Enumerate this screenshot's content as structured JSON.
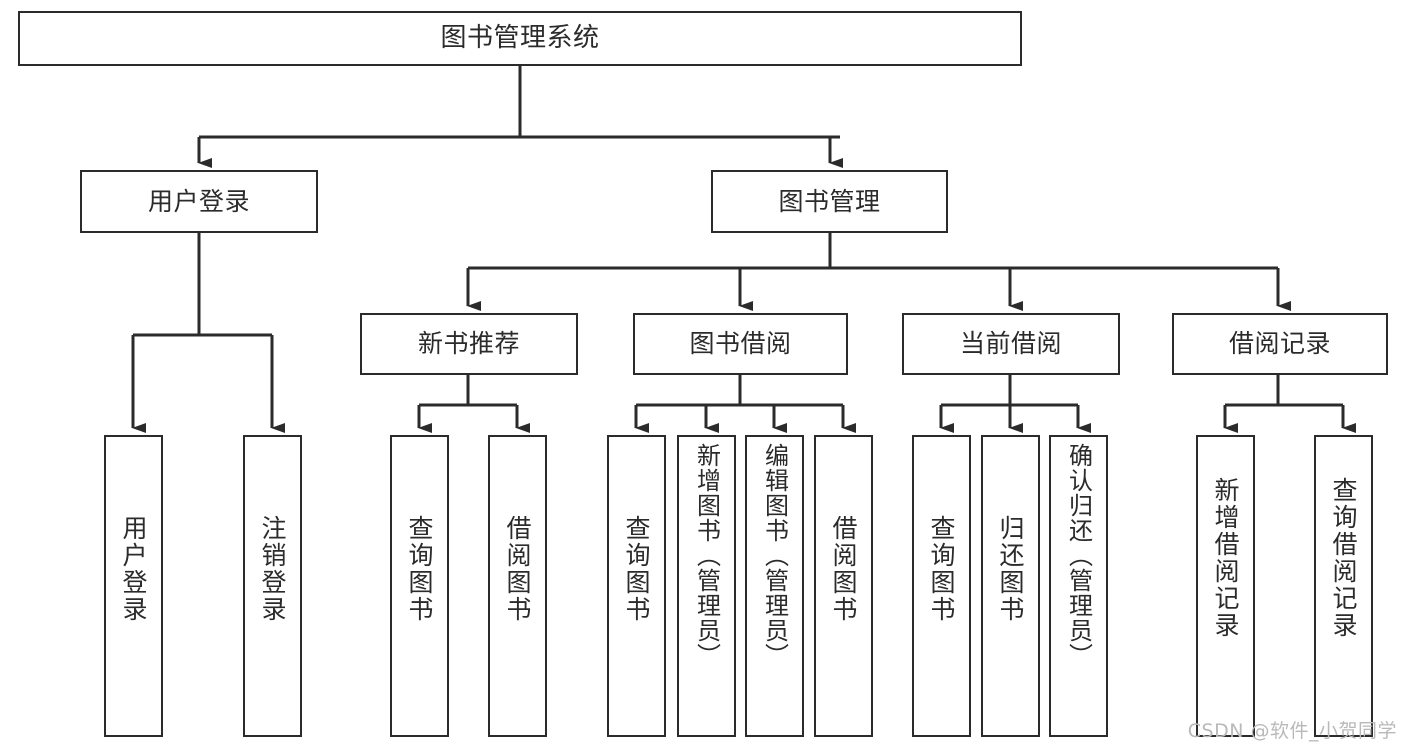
{
  "diagram": {
    "title": "图书管理系统",
    "type": "tree",
    "watermark": "CSDN @软件_小贺同学",
    "accent_color": "#2b2b2b",
    "background_color": "#ffffff",
    "nodes": {
      "root": {
        "label": "图书管理系统"
      },
      "level2": [
        {
          "id": "user-login",
          "label": "用户登录"
        },
        {
          "id": "book-admin",
          "label": "图书管理"
        }
      ],
      "level3": [
        {
          "id": "new-book-rec",
          "label": "新书推荐"
        },
        {
          "id": "book-borrow",
          "label": "图书借阅"
        },
        {
          "id": "current-borrow",
          "label": "当前借阅"
        },
        {
          "id": "borrow-record",
          "label": "借阅记录"
        }
      ],
      "leaves": {
        "user_login": [
          {
            "id": "leaf-user-login",
            "label": "用户登录"
          },
          {
            "id": "leaf-user-logout",
            "label": "注销登录"
          }
        ],
        "new_book_rec": [
          {
            "id": "leaf-query-book-1",
            "label": "查询图书"
          },
          {
            "id": "leaf-borrow-book-1",
            "label": "借阅图书"
          }
        ],
        "book_borrow": [
          {
            "id": "leaf-query-book-2",
            "label": "查询图书"
          },
          {
            "id": "leaf-add-book",
            "label": "新增图书（管理员）"
          },
          {
            "id": "leaf-edit-book",
            "label": "编辑图书（管理员）"
          },
          {
            "id": "leaf-borrow-book-2",
            "label": "借阅图书"
          }
        ],
        "current_borrow": [
          {
            "id": "leaf-query-book-3",
            "label": "查询图书"
          },
          {
            "id": "leaf-return-book",
            "label": "归还图书"
          },
          {
            "id": "leaf-confirm-return",
            "label": "确认归还（管理员）"
          }
        ],
        "borrow_record": [
          {
            "id": "leaf-add-record",
            "label": "新增借阅记录"
          },
          {
            "id": "leaf-query-record",
            "label": "查询借阅记录"
          }
        ]
      }
    },
    "edges": [
      {
        "from": "图书管理系统",
        "to": "用户登录"
      },
      {
        "from": "图书管理系统",
        "to": "图书管理"
      },
      {
        "from": "用户登录",
        "to": "用户登录"
      },
      {
        "from": "用户登录",
        "to": "注销登录"
      },
      {
        "from": "图书管理",
        "to": "新书推荐"
      },
      {
        "from": "图书管理",
        "to": "图书借阅"
      },
      {
        "from": "图书管理",
        "to": "当前借阅"
      },
      {
        "from": "图书管理",
        "to": "借阅记录"
      },
      {
        "from": "新书推荐",
        "to": "查询图书"
      },
      {
        "from": "新书推荐",
        "to": "借阅图书"
      },
      {
        "from": "图书借阅",
        "to": "查询图书"
      },
      {
        "from": "图书借阅",
        "to": "新增图书（管理员）"
      },
      {
        "from": "图书借阅",
        "to": "编辑图书（管理员）"
      },
      {
        "from": "图书借阅",
        "to": "借阅图书"
      },
      {
        "from": "当前借阅",
        "to": "查询图书"
      },
      {
        "from": "当前借阅",
        "to": "归还图书"
      },
      {
        "from": "当前借阅",
        "to": "确认归还（管理员）"
      },
      {
        "from": "借阅记录",
        "to": "新增借阅记录"
      },
      {
        "from": "借阅记录",
        "to": "查询借阅记录"
      }
    ]
  }
}
